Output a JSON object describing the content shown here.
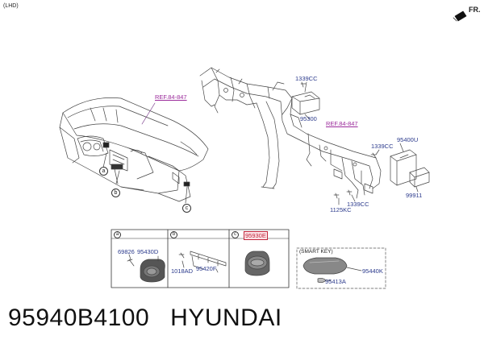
{
  "header": {
    "variant": "(LHD)",
    "direction": "FR."
  },
  "refs": {
    "left_ref": "REF.84-847",
    "right_ref": "REF.84-847"
  },
  "callouts": {
    "a": "a",
    "b": "b",
    "c": "c"
  },
  "labels": {
    "p1339cc_top": "1339CC",
    "p95300": "95300",
    "p1339cc_mid": "1339CC",
    "p95400u": "95400U",
    "p99911": "99911",
    "p1339cc_bot": "1339CC",
    "p1125kc": "1125KC"
  },
  "panels": {
    "a": {
      "tag": "a",
      "part1": "69826",
      "part2": "95430D"
    },
    "b": {
      "tag": "b",
      "part1": "1018AD",
      "part2": "95420F"
    },
    "c": {
      "tag": "c",
      "part1": "95930E"
    },
    "smart_key": {
      "title": "(SMART KEY)",
      "part1": "95440K",
      "part2": "95413A"
    }
  },
  "caption": {
    "part_number": "95940B4100",
    "brand": "HYUNDAI"
  },
  "colors": {
    "label": "#2b3a8c",
    "ref": "#9b2b9b",
    "highlight": "#c0283c"
  }
}
